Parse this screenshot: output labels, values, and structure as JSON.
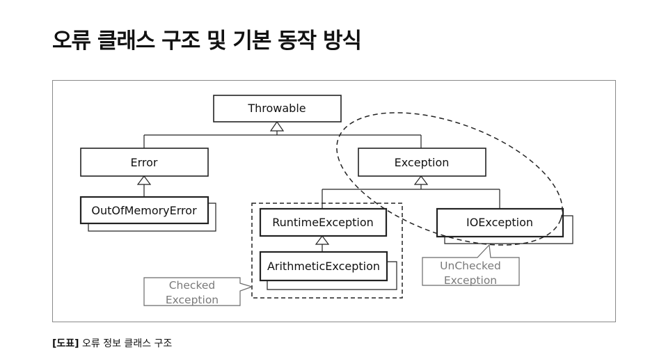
{
  "page": {
    "title": "오류 클래스 구조 및 기본 동작 방식"
  },
  "diagram": {
    "classes": {
      "throwable": "Throwable",
      "error": "Error",
      "exception": "Exception",
      "out_of_memory_error": "OutOfMemoryError",
      "runtime_exception": "RuntimeException",
      "io_exception": "IOException",
      "arithmetic_exception": "ArithmeticException"
    },
    "callouts": {
      "checked": [
        "Checked",
        "Exception"
      ],
      "unchecked": [
        "UnChecked",
        "Exception"
      ]
    }
  },
  "caption": {
    "tag": "[도표]",
    "text": "오류 정보 클래스 구조"
  }
}
